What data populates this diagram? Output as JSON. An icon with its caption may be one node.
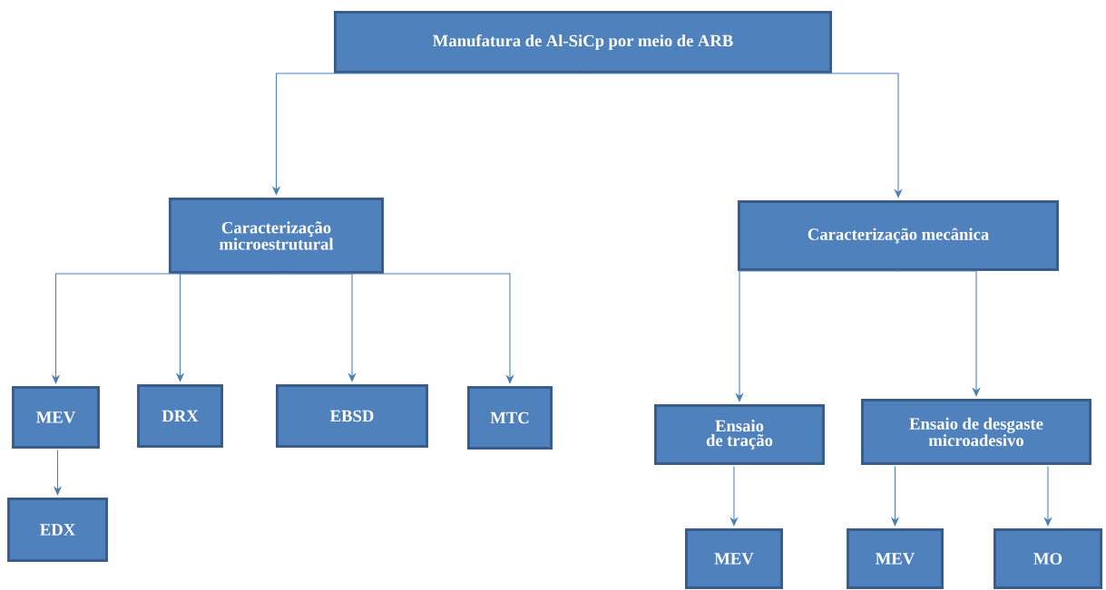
{
  "diagram": {
    "nodes": [
      {
        "text": [
          "Manufatura de Al-SiCp por meio de ARB"
        ]
      },
      {
        "text": [
          "Caracterização microestrutural"
        ]
      },
      {
        "text": [
          "Caracterização mecânica"
        ]
      },
      {
        "text": [
          "MEV"
        ]
      },
      {
        "text": [
          "DRX"
        ]
      },
      {
        "text": [
          "EBSD"
        ]
      },
      {
        "text": [
          "MTC"
        ]
      },
      {
        "text": [
          "EDX"
        ]
      },
      {
        "text": [
          "Ensaio de tração"
        ]
      },
      {
        "text": [
          "Ensaio de desgaste microadesivo"
        ]
      },
      {
        "text": [
          "MEV"
        ]
      },
      {
        "text": [
          "MEV"
        ]
      },
      {
        "text": [
          "MO"
        ]
      }
    ],
    "edges": [
      {
        "from": 0,
        "to": 1,
        "arrow": "to"
      },
      {
        "from": 0,
        "to": 2,
        "arrow": "to"
      },
      {
        "from": 1,
        "to": 3,
        "arrow": "to"
      },
      {
        "from": 1,
        "to": 4,
        "arrow": "to"
      },
      {
        "from": 1,
        "to": 5,
        "arrow": "to"
      },
      {
        "from": 1,
        "to": 6,
        "arrow": "to"
      },
      {
        "from": 3,
        "to": 7,
        "arrow": "to"
      },
      {
        "from": 2,
        "to": 8,
        "arrow": "to"
      },
      {
        "from": 2,
        "to": 9,
        "arrow": "to"
      },
      {
        "from": 8,
        "to": 10,
        "arrow": "to"
      },
      {
        "from": 9,
        "to": 11,
        "arrow": "to"
      },
      {
        "from": 9,
        "to": 12,
        "arrow": "to"
      }
    ]
  }
}
